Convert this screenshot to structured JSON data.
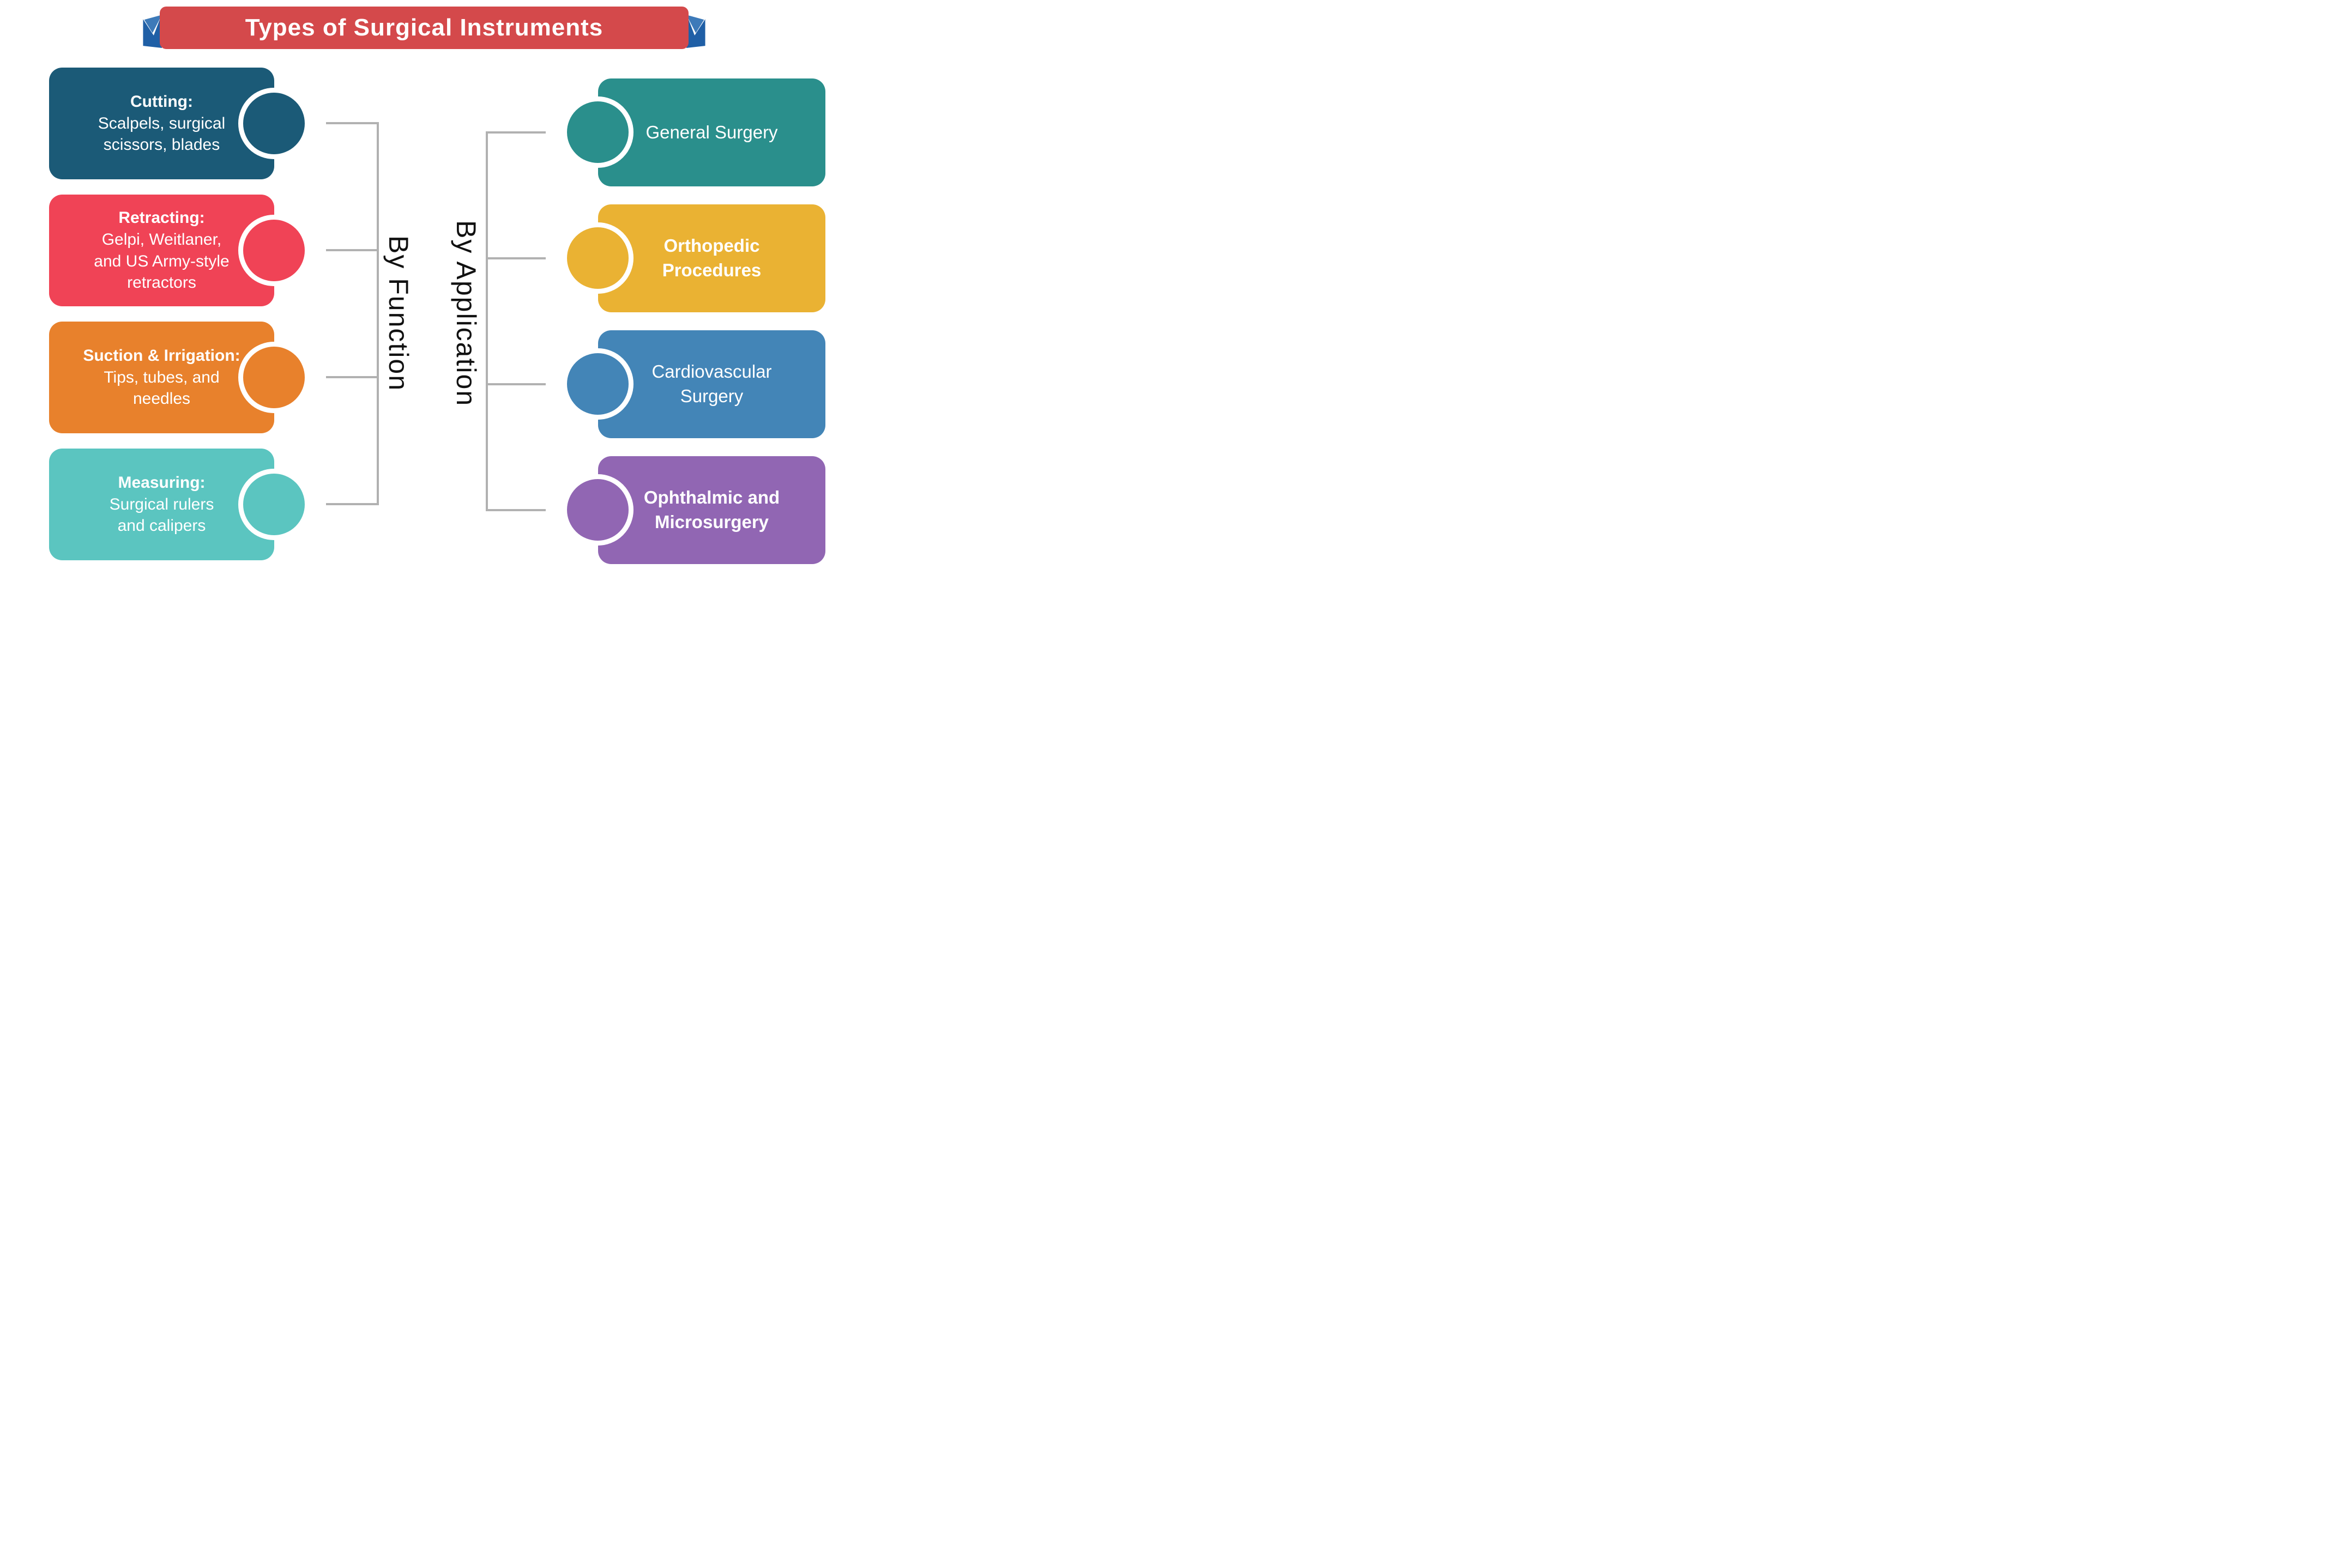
{
  "banner": {
    "title": "Types of Surgical Instruments",
    "bg": "#d4494b",
    "ribbon_light": "#3d7ab9",
    "ribbon_dark": "#1f5fa6"
  },
  "connectors": {
    "color": "#b1b1b1"
  },
  "function_branch": {
    "label": "By Function",
    "items": [
      {
        "title": "Cutting:",
        "description": "Scalpels, surgical\nscissors, blades",
        "color": "#1b5a77"
      },
      {
        "title": "Retracting:",
        "description": "Gelpi, Weitlaner,\nand US Army-style\nretractors",
        "color": "#f04356"
      },
      {
        "title": "Suction & Irrigation:",
        "description": "Tips, tubes, and\nneedles",
        "color": "#e8812c"
      },
      {
        "title": "Measuring:",
        "description": "Surgical rulers\nand calipers",
        "color": "#5bc5c0"
      }
    ]
  },
  "application_branch": {
    "label": "By Application",
    "items": [
      {
        "label": "General Surgery",
        "color": "#2a8f8c",
        "bold": false
      },
      {
        "label": "Orthopedic\nProcedures",
        "color": "#eab233",
        "bold": true
      },
      {
        "label": "Cardiovascular\nSurgery",
        "color": "#4385b7",
        "bold": false
      },
      {
        "label": "Ophthalmic and\nMicrosurgery",
        "color": "#9166b3",
        "bold": true
      }
    ]
  }
}
